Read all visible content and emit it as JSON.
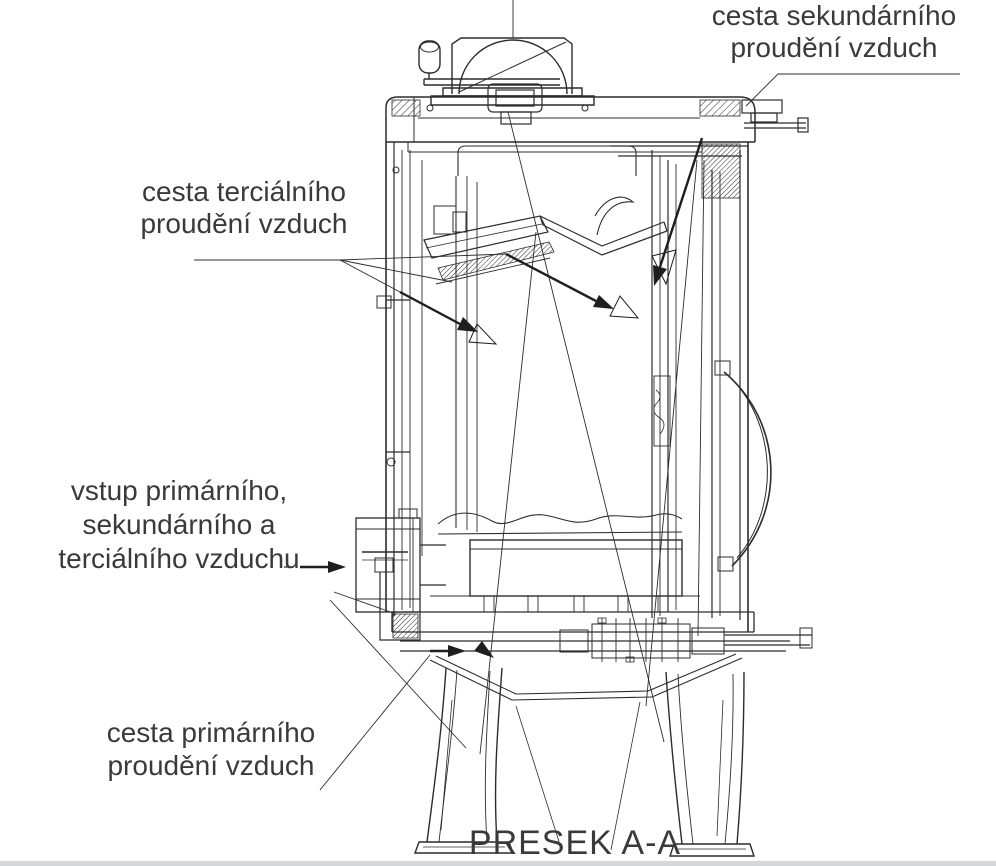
{
  "diagram": {
    "type": "technical-cross-section-stove",
    "caption": "PRESEK A-A",
    "labels": {
      "secondary": {
        "line1": "cesta sekundárního",
        "line2": "proudění vzduch"
      },
      "tertiary": {
        "line1": "cesta terciálního",
        "line2": "proudění vzduch"
      },
      "inlet": {
        "line1": "vstup primárního,",
        "line2": "sekundárního a",
        "line3": "terciálního vzduchu"
      },
      "primary": {
        "line1": "cesta primárního",
        "line2": "proudění vzduch"
      }
    },
    "colors": {
      "line": "#2c2c2c",
      "text": "#3a3a3a",
      "background": "#ffffff",
      "bottom_bar": "#d6d7d8"
    }
  }
}
